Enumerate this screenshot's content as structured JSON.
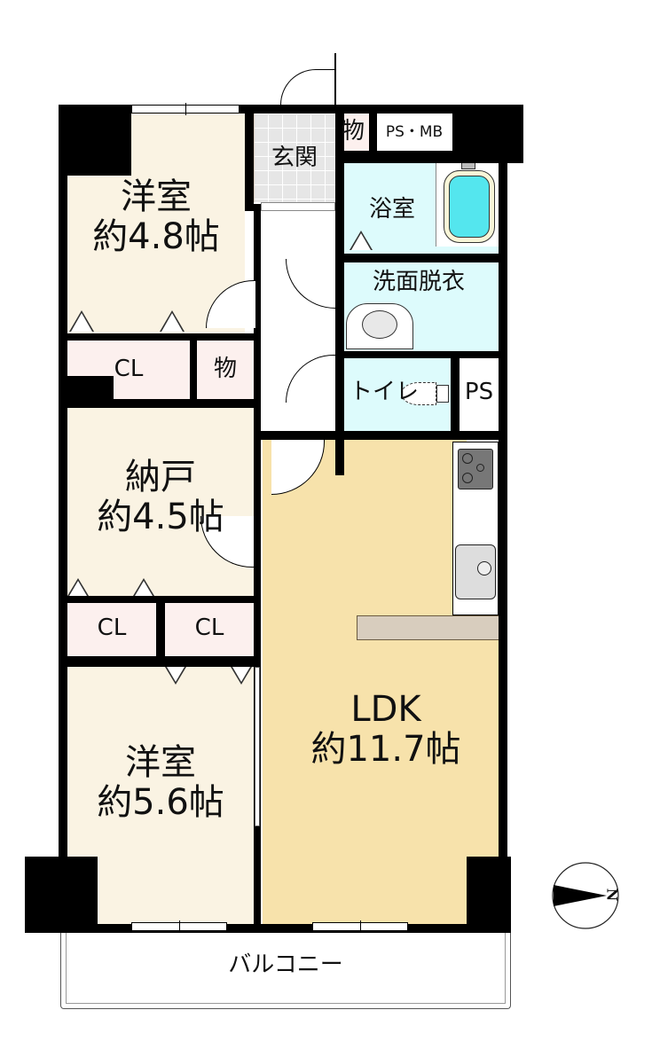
{
  "floorplan": {
    "rooms": {
      "western_room_1": {
        "name": "洋室",
        "area": "約4.8帖"
      },
      "storage_room": {
        "name": "納戸",
        "area": "約4.5帖"
      },
      "western_room_2": {
        "name": "洋室",
        "area": "約5.6帖"
      },
      "ldk": {
        "name": "LDK",
        "area": "約11.7帖"
      },
      "entrance": {
        "name": "玄関"
      },
      "bathroom": {
        "name": "浴室"
      },
      "washroom": {
        "name": "洗面脱衣"
      },
      "toilet": {
        "name": "トイレ"
      },
      "balcony": {
        "name": "バルコニー"
      }
    },
    "storage": {
      "mono_top": "物",
      "ps_mb": "PS・MB",
      "cl_1": "CL",
      "mono_mid": "物",
      "ps": "PS",
      "cl_2": "CL",
      "cl_3": "CL"
    },
    "compass": {
      "label": "N"
    },
    "colors": {
      "western": "#FAF3E3",
      "ldk": "#F7E2AB",
      "entrance": "#E6E6E6",
      "entrance_step": "#D7CBBE",
      "wet_area": "#DDFBFC",
      "closet": "#FCF0EE",
      "counter": "#D8CDBE",
      "bathtub": "#54E6EE",
      "wall": "#000000"
    }
  }
}
